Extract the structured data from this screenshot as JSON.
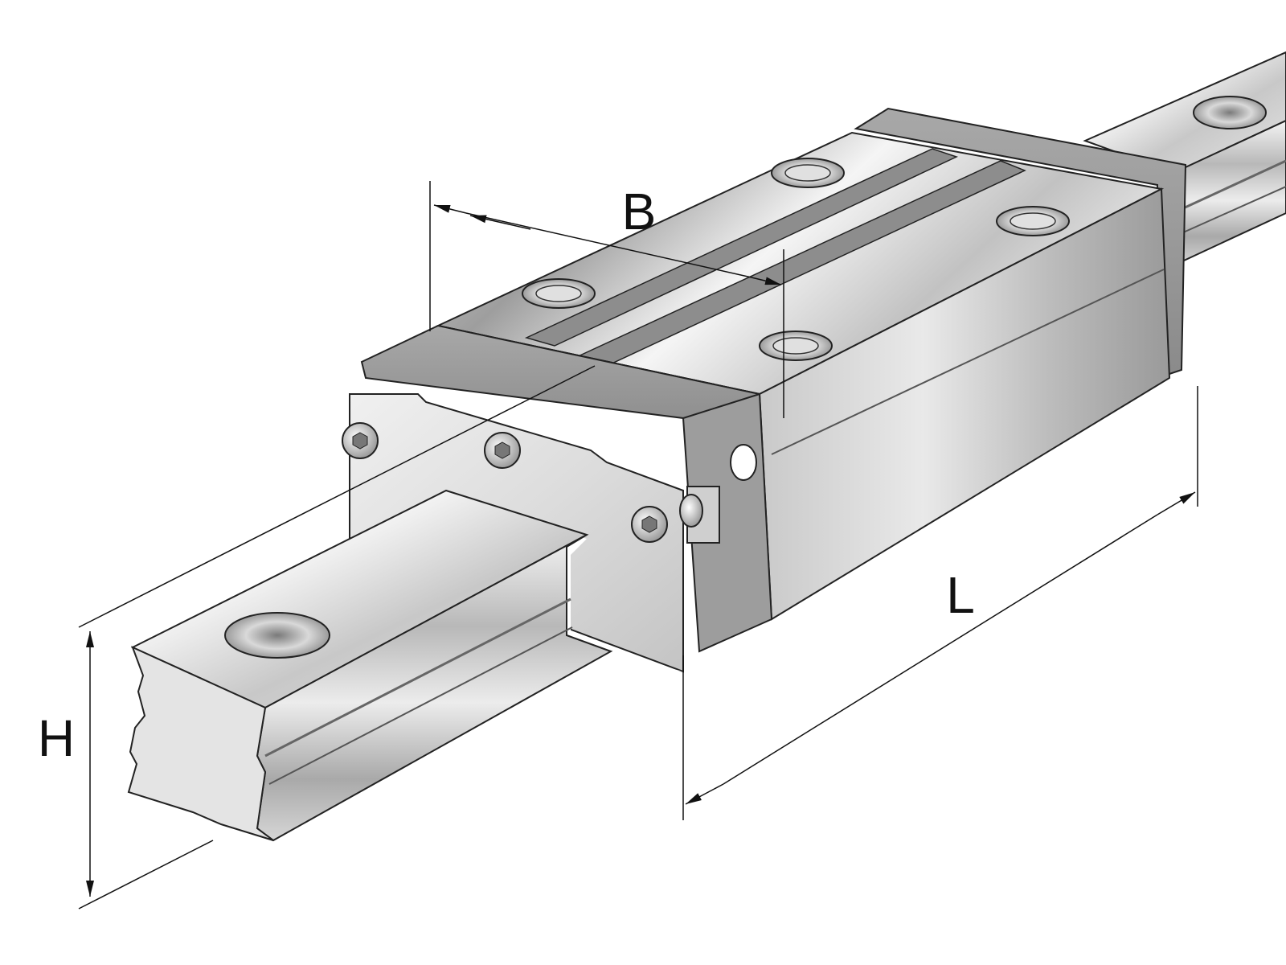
{
  "dimensions": {
    "B": "B",
    "L": "L",
    "H": "H"
  }
}
